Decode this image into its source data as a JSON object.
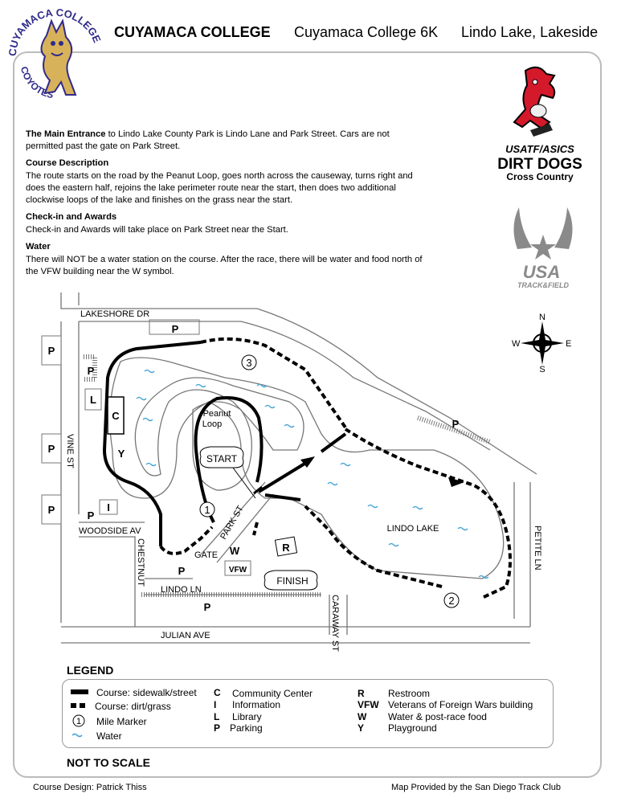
{
  "header": {
    "school": "CUYAMACA COLLEGE",
    "race": "Cuyamaca College 6K",
    "location": "Lindo Lake, Lakeside"
  },
  "logos": {
    "college_seal_text_top": "CUYAMACA COLLEGE",
    "college_seal_text_bottom": "COYOTES",
    "usatf_line1": "USATF",
    "usatf_line2": "ASICS",
    "dirt_dogs": "DIRT DOGS",
    "cross_country": "Cross Country",
    "usa": "USA",
    "track_field": "TRACK&FIELD"
  },
  "description": {
    "entrance_heading": "The Main Entrance",
    "entrance_text": " to Lindo Lake County Park is Lindo Lane and Park Street.  Cars are not permitted past the gate on Park Street.",
    "course_heading": "Course Description",
    "course_text": "The route starts on the road by the Peanut Loop, goes north across the causeway, turns right and does the eastern half, rejoins the lake perimeter route near the start, then does two additional clockwise loops of the lake and finishes on the grass near the start.",
    "checkin_heading": "Check-in and Awards",
    "checkin_text": "Check-in and Awards will take place on Park Street near the Start.",
    "water_heading": "Water",
    "water_text": "There will NOT be a water station on the course.  After the race, there will be water and food north of the VFW  building near the  W  symbol."
  },
  "map": {
    "streets": {
      "lakeshore": "LAKESHORE DR",
      "vine": "VINE ST",
      "woodside": "WOODSIDE AV",
      "chestnut": "CHESTNUT",
      "lindo_ln": "LINDO LN",
      "julian": "JULIAN AVE",
      "caraway": "CARAWAY ST",
      "petite": "PETITE LN",
      "park_st": "PARK ST"
    },
    "labels": {
      "peanut_loop": "Peanut\nLoop",
      "peanut_line1": "Peanut",
      "peanut_line2": "Loop",
      "start": "START",
      "finish": "FINISH",
      "gate": "GATE",
      "lindo_lake": "LINDO LAKE",
      "vfw": "VFW",
      "w": "W",
      "r": "R",
      "c": "C",
      "l": "L",
      "i": "I",
      "y": "Y",
      "p": "P"
    },
    "mile_markers": [
      "1",
      "2",
      "3"
    ],
    "compass": {
      "n": "N",
      "s": "S",
      "e": "E",
      "w": "W"
    }
  },
  "legend": {
    "title": "LEGEND",
    "course_items": [
      "Course: sidewalk/street",
      "Course: dirt/grass",
      "Mile Marker",
      "Water"
    ],
    "mile_marker_symbol": "1",
    "mid_items": [
      {
        "key": "C",
        "label": "Community Center"
      },
      {
        "key": "I",
        "label": "Information"
      },
      {
        "key": "L",
        "label": "Library"
      },
      {
        "key": "P",
        "label": "Parking"
      }
    ],
    "right_items": [
      {
        "key": "R",
        "label": "Restroom"
      },
      {
        "key": "VFW",
        "label": "Veterans of Foreign Wars building"
      },
      {
        "key": "W",
        "label": "Water & post-race food"
      },
      {
        "key": "Y",
        "label": "Playground"
      }
    ]
  },
  "not_to_scale": "NOT TO SCALE",
  "footer": {
    "design": "Course Design: Patrick Thiss",
    "provided": "Map Provided by the San Diego Track Club"
  },
  "colors": {
    "dog_red": "#d4192b",
    "usa_gray": "#8a8a8a",
    "seal_purple": "#2f2b8a",
    "seal_gold": "#d8b25a",
    "water": "#4aa6d8"
  }
}
